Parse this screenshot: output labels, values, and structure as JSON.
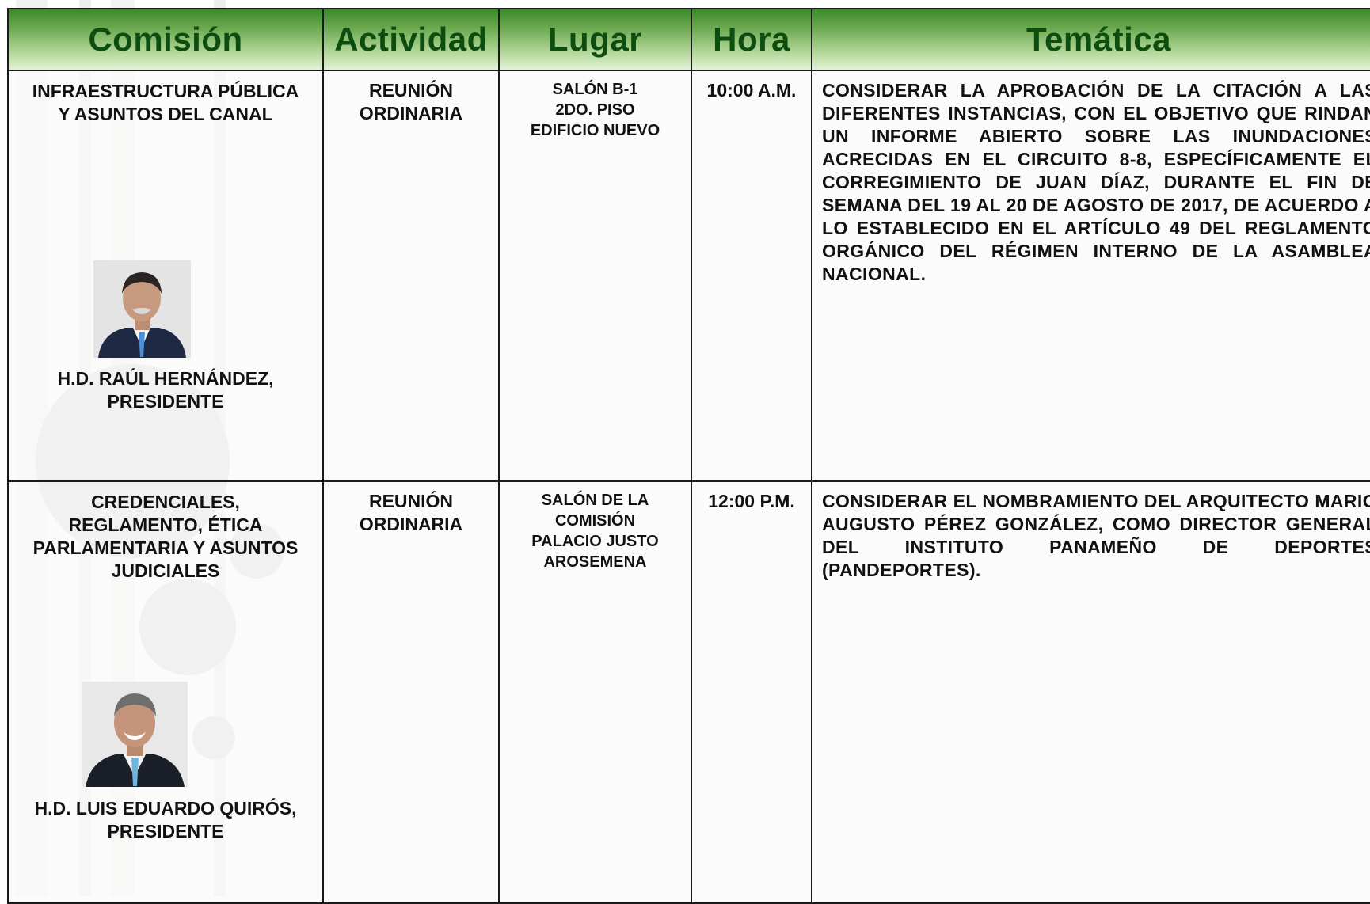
{
  "header": {
    "comision": "Comisión",
    "actividad": "Actividad",
    "lugar": "Lugar",
    "hora": "Hora",
    "tematica": "Temática"
  },
  "rows": [
    {
      "comision": [
        "INFRAESTRUCTURA PÚBLICA",
        "Y ASUNTOS DEL CANAL"
      ],
      "presidente": [
        "H.D. RAÚL HERNÁNDEZ,",
        "PRESIDENTE"
      ],
      "actividad": [
        "REUNIÓN",
        "ORDINARIA"
      ],
      "lugar": [
        "SALÓN B-1",
        "2DO. PISO",
        "EDIFICIO NUEVO"
      ],
      "hora": "10:00 A.M.",
      "tematica": "CONSIDERAR LA APROBACIÓN DE LA CITACIÓN A LAS DIFERENTES INSTANCIAS, CON EL OBJETIVO QUE RINDAN UN INFORME ABIERTO SOBRE LAS INUNDACIONES ACRECIDAS EN EL CIRCUITO 8-8, ESPECÍFICAMENTE EL CORREGIMIENTO DE JUAN DÍAZ, DURANTE EL FIN DE SEMANA DEL 19 AL 20 DE AGOSTO DE 2017, DE ACUERDO A LO ESTABLECIDO EN EL ARTÍCULO 49 DEL REGLAMENTO ORGÁNICO DEL RÉGIMEN INTERNO DE LA ASAMBLEA NACIONAL."
    },
    {
      "comision": [
        "CREDENCIALES,",
        "REGLAMENTO, ÉTICA",
        "PARLAMENTARIA Y ASUNTOS",
        "JUDICIALES"
      ],
      "presidente": [
        "H.D.  LUIS EDUARDO QUIRÓS,",
        "PRESIDENTE"
      ],
      "actividad": [
        "REUNIÓN",
        "ORDINARIA"
      ],
      "lugar": [
        "SALÓN DE LA",
        "COMISIÓN",
        "PALACIO JUSTO",
        "AROSEMENA"
      ],
      "hora": "12:00 P.M.",
      "tematica": "CONSIDERAR  EL NOMBRAMIENTO DEL ARQUITECTO MARIO AUGUSTO PÉREZ GONZÁLEZ,  COMO DIRECTOR GENERAL DEL INSTITUTO PANAMEÑO DE DEPORTES (PANDEPORTES)."
    }
  ]
}
